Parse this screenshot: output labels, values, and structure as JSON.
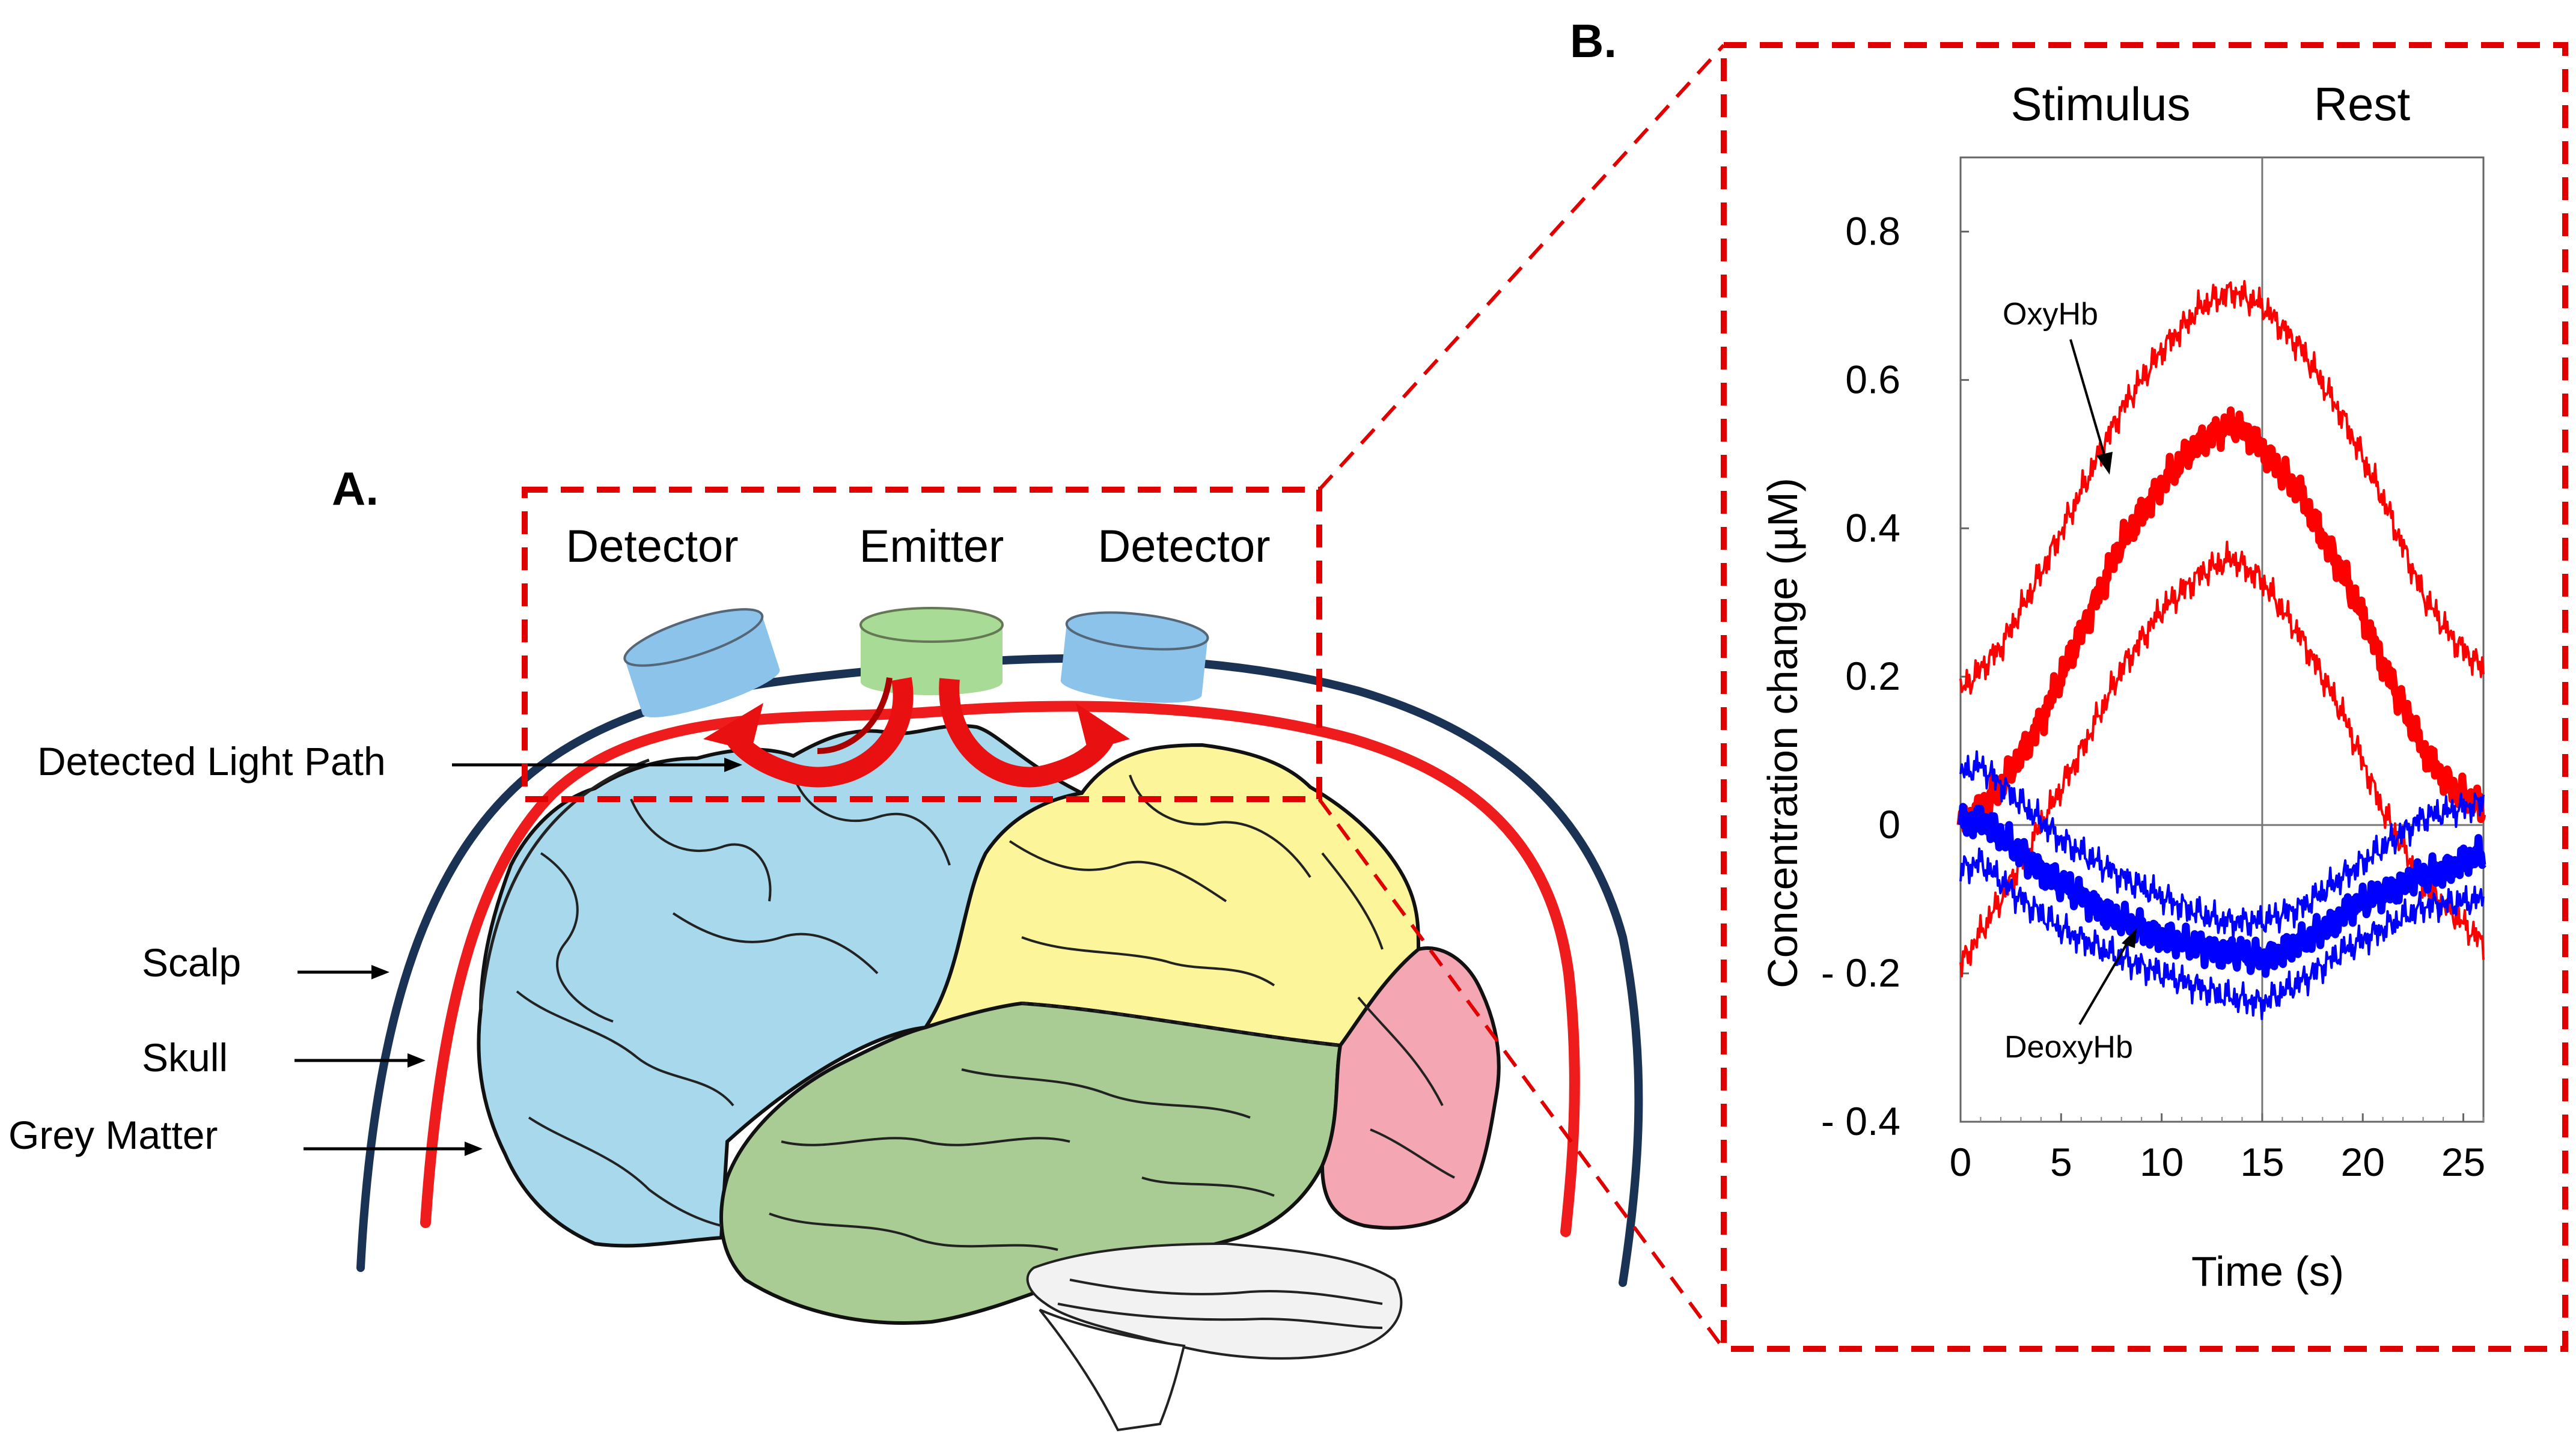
{
  "panel_a": {
    "label": "A.",
    "sensors": {
      "left": "Detector",
      "center": "Emitter",
      "right": "Detector"
    },
    "layers": {
      "light_path": "Detected  Light Path",
      "scalp": "Scalp",
      "skull": "Skull",
      "grey_matter": "Grey Matter"
    },
    "colors": {
      "scalp_line": "#1a3355",
      "skull_line": "#ee1c1c",
      "frontal_lobe": "#a8d8ec",
      "parietal_lobe": "#fdf59a",
      "temporal_lobe": "#a9cc94",
      "occipital_lobe": "#f4a7b2",
      "detector_cap": "#8cc3ea",
      "emitter_cap": "#a8db96",
      "highlight_box": "#e00000"
    }
  },
  "panel_b": {
    "label": "B.",
    "conditions": {
      "stimulus": "Stimulus",
      "rest": "Rest"
    },
    "annotations": {
      "oxy": "OxyHb",
      "deoxy": "DeoxyHb"
    }
  },
  "chart_data": {
    "type": "line",
    "xlabel": "Time (s)",
    "ylabel": "Concentration change (µM)",
    "xlim": [
      0,
      26
    ],
    "ylim": [
      -0.4,
      0.9
    ],
    "xticks": [
      "0",
      "5",
      "10",
      "15",
      "20",
      "25"
    ],
    "yticks": [
      "0.8",
      "0.6",
      "0.4",
      "0.2",
      "0",
      "- 0.2",
      "- 0.4"
    ],
    "stimulus_end": 15,
    "series": [
      {
        "name": "OxyHb",
        "color": "#ff0000",
        "width": "thick",
        "x": [
          0,
          2,
          4,
          6,
          8,
          10,
          12,
          13.5,
          15,
          17,
          19,
          21,
          23,
          24.5,
          26
        ],
        "y": [
          0.0,
          0.05,
          0.14,
          0.26,
          0.38,
          0.46,
          0.52,
          0.54,
          0.51,
          0.44,
          0.34,
          0.22,
          0.1,
          0.05,
          0.02
        ]
      },
      {
        "name": "",
        "color": "#ff0000",
        "width": "thin",
        "x": [
          0,
          2,
          4,
          6,
          8,
          10,
          12,
          13.5,
          15,
          17,
          19,
          21,
          23,
          24.5,
          26
        ],
        "y": [
          0.18,
          0.24,
          0.34,
          0.45,
          0.56,
          0.64,
          0.7,
          0.72,
          0.7,
          0.64,
          0.55,
          0.44,
          0.31,
          0.25,
          0.21
        ]
      },
      {
        "name": "",
        "color": "#ff0000",
        "width": "thin",
        "x": [
          0,
          2,
          4,
          6,
          8,
          10,
          12,
          13.5,
          15,
          17,
          19,
          21,
          23,
          24.5,
          26
        ],
        "y": [
          -0.19,
          -0.1,
          0.0,
          0.1,
          0.21,
          0.29,
          0.34,
          0.36,
          0.33,
          0.25,
          0.15,
          0.02,
          -0.08,
          -0.12,
          -0.16
        ]
      },
      {
        "name": "DeoxyHb",
        "color": "#0000ff",
        "width": "thick",
        "x": [
          0,
          1,
          3,
          5,
          8,
          11,
          13,
          15,
          17,
          19,
          21,
          23,
          26
        ],
        "y": [
          0.0,
          0.01,
          -0.04,
          -0.08,
          -0.13,
          -0.16,
          -0.17,
          -0.18,
          -0.16,
          -0.12,
          -0.09,
          -0.07,
          -0.04
        ]
      },
      {
        "name": "",
        "color": "#0000ff",
        "width": "thin",
        "x": [
          0,
          1,
          3,
          5,
          8,
          11,
          13,
          15,
          17,
          19,
          21,
          23,
          26
        ],
        "y": [
          0.07,
          0.08,
          0.03,
          -0.02,
          -0.07,
          -0.11,
          -0.13,
          -0.13,
          -0.11,
          -0.07,
          -0.03,
          0.01,
          0.03
        ]
      },
      {
        "name": "",
        "color": "#0000ff",
        "width": "thin",
        "x": [
          0,
          1,
          3,
          5,
          8,
          11,
          13,
          15,
          17,
          19,
          21,
          23,
          26
        ],
        "y": [
          -0.06,
          -0.05,
          -0.1,
          -0.14,
          -0.18,
          -0.21,
          -0.23,
          -0.24,
          -0.21,
          -0.17,
          -0.14,
          -0.11,
          -0.1
        ]
      }
    ]
  }
}
